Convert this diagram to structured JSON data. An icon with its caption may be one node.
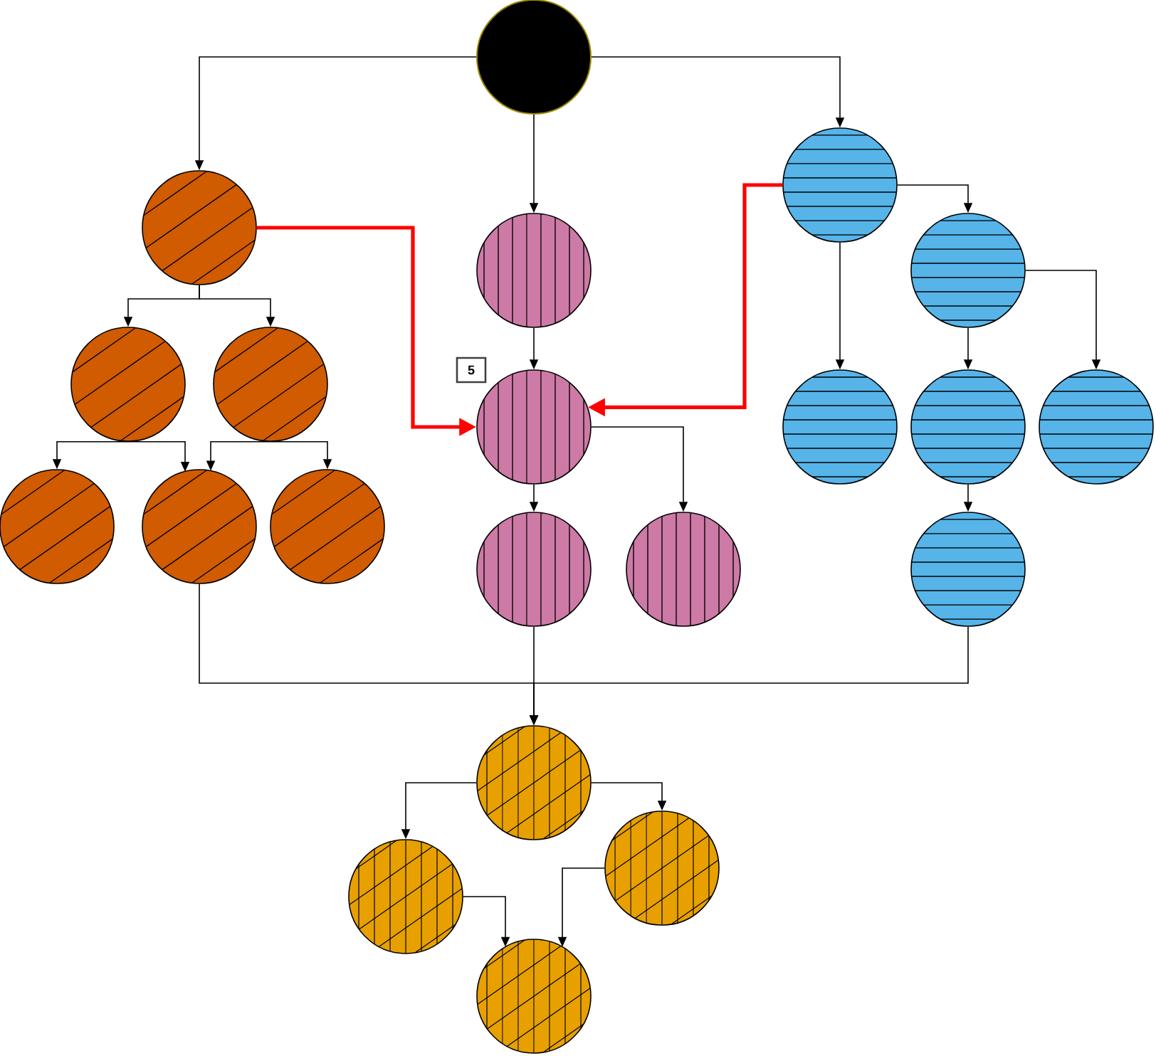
{
  "diagram": {
    "nodes": [
      {
        "text": [],
        "shape": "circle"
      },
      {
        "text": [],
        "shape": "circle"
      },
      {
        "text": [],
        "shape": "circle"
      },
      {
        "text": [],
        "shape": "circle"
      },
      {
        "text": [],
        "shape": "circle"
      },
      {
        "text": [],
        "shape": "circle"
      },
      {
        "text": [],
        "shape": "circle"
      },
      {
        "text": [],
        "shape": "circle"
      },
      {
        "text": [],
        "shape": "circle"
      },
      {
        "text": [],
        "shape": "circle"
      },
      {
        "text": [],
        "shape": "circle"
      },
      {
        "text": [],
        "shape": "circle"
      },
      {
        "text": [],
        "shape": "circle"
      },
      {
        "text": [],
        "shape": "circle"
      },
      {
        "text": [],
        "shape": "circle"
      },
      {
        "text": [],
        "shape": "circle"
      },
      {
        "text": [],
        "shape": "circle"
      },
      {
        "text": [],
        "shape": "circle"
      },
      {
        "text": [],
        "shape": "circle"
      },
      {
        "text": [],
        "shape": "circle"
      },
      {
        "text": [],
        "shape": "circle"
      },
      {
        "text": [
          "5"
        ]
      }
    ],
    "edges": [
      {
        "from": 0,
        "to": 1,
        "arrow": "to"
      },
      {
        "from": 0,
        "to": 2,
        "arrow": "to"
      },
      {
        "from": 0,
        "to": 3,
        "arrow": "to"
      },
      {
        "from": 1,
        "to": 6,
        "arrow": "to",
        "style": "thick",
        "color": "#ff0000"
      },
      {
        "from": 3,
        "to": 6,
        "arrow": "to",
        "style": "thick",
        "color": "#ff0000"
      },
      {
        "from": 1,
        "to": 4,
        "arrow": "to"
      },
      {
        "from": 1,
        "to": 5,
        "arrow": "to"
      },
      {
        "from": 4,
        "to": 8,
        "arrow": "to"
      },
      {
        "from": 4,
        "to": 9,
        "arrow": "to"
      },
      {
        "from": 5,
        "to": 9,
        "arrow": "to"
      },
      {
        "from": 5,
        "to": 10,
        "arrow": "to"
      },
      {
        "from": 2,
        "to": 6,
        "arrow": "to"
      },
      {
        "from": 3,
        "to": 11,
        "arrow": "to"
      },
      {
        "from": 3,
        "to": 7,
        "arrow": "to"
      },
      {
        "from": 7,
        "to": 12,
        "arrow": "to"
      },
      {
        "from": 7,
        "to": 13,
        "arrow": "to"
      },
      {
        "from": 6,
        "to": 14,
        "arrow": "to"
      },
      {
        "from": 6,
        "to": 15,
        "arrow": "to"
      },
      {
        "from": 12,
        "to": 16,
        "arrow": "to"
      },
      {
        "from": 9,
        "to": 17,
        "arrow": "to"
      },
      {
        "from": 14,
        "to": 17,
        "arrow": "to"
      },
      {
        "from": 16,
        "to": 17,
        "arrow": "to"
      },
      {
        "from": 17,
        "to": 18,
        "arrow": "to"
      },
      {
        "from": 17,
        "to": 19,
        "arrow": "to"
      },
      {
        "from": 18,
        "to": 20,
        "arrow": "to"
      },
      {
        "from": 19,
        "to": 20,
        "arrow": "to"
      }
    ]
  }
}
